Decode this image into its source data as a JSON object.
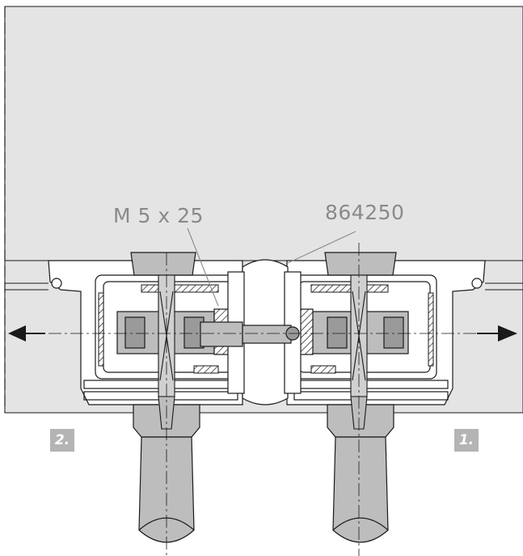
{
  "labels": {
    "screw": "M 5 x 25",
    "part_number": "864250"
  },
  "steps": {
    "left": "2.",
    "right": "1."
  },
  "colors": {
    "panel": "#e4e4e4",
    "part": "#bdbdbd",
    "part_dark": "#9a9a9a",
    "stroke": "#1a1a1a",
    "label": "#8a8a8a",
    "step_badge": "#b4b4b4"
  }
}
